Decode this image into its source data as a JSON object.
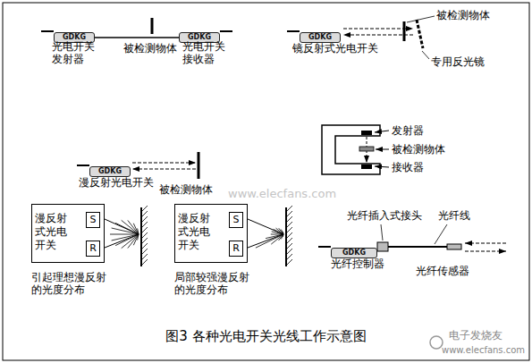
{
  "diagram": {
    "caption": "图3 各种光电开关光线工作示意图",
    "nodes": [
      {
        "text": [
          "GDKG",
          "光电开关 发射器"
        ]
      },
      {
        "text": [
          "GDKG",
          "光电开关 接收器"
        ]
      },
      {
        "text": [
          "GDKG",
          "镜反射式光电开关"
        ]
      },
      {
        "text": [
          "GDKG",
          "漫反射光电开关"
        ]
      },
      {
        "text": [
          "漫反射式光电开关"
        ]
      },
      {
        "text": [
          "S"
        ],
        "in": 4
      },
      {
        "text": [
          "R"
        ],
        "in": 4
      },
      {
        "text": [
          "漫反射式光电开关"
        ]
      },
      {
        "text": [
          "S"
        ],
        "in": 7
      },
      {
        "text": [
          "R"
        ],
        "in": 7
      },
      {
        "text": [
          "GDKG",
          "光纤控制器"
        ]
      }
    ],
    "edges": [
      {
        "from": 0,
        "to": 1,
        "arrow": "none"
      }
    ],
    "labels": [
      "被检测物体",
      "被检测物体",
      "专用反光镜",
      "发射器",
      "被检测物体",
      "接收器",
      "被检测物体",
      "引起理想漫反射的光度分布",
      "局部较强漫反射的光度分布",
      "光纤插入式接头",
      "光纤线",
      "光纤传感器",
      "www.elecfans.com",
      "电子发烧友",
      "www.elecfans.com"
    ]
  }
}
